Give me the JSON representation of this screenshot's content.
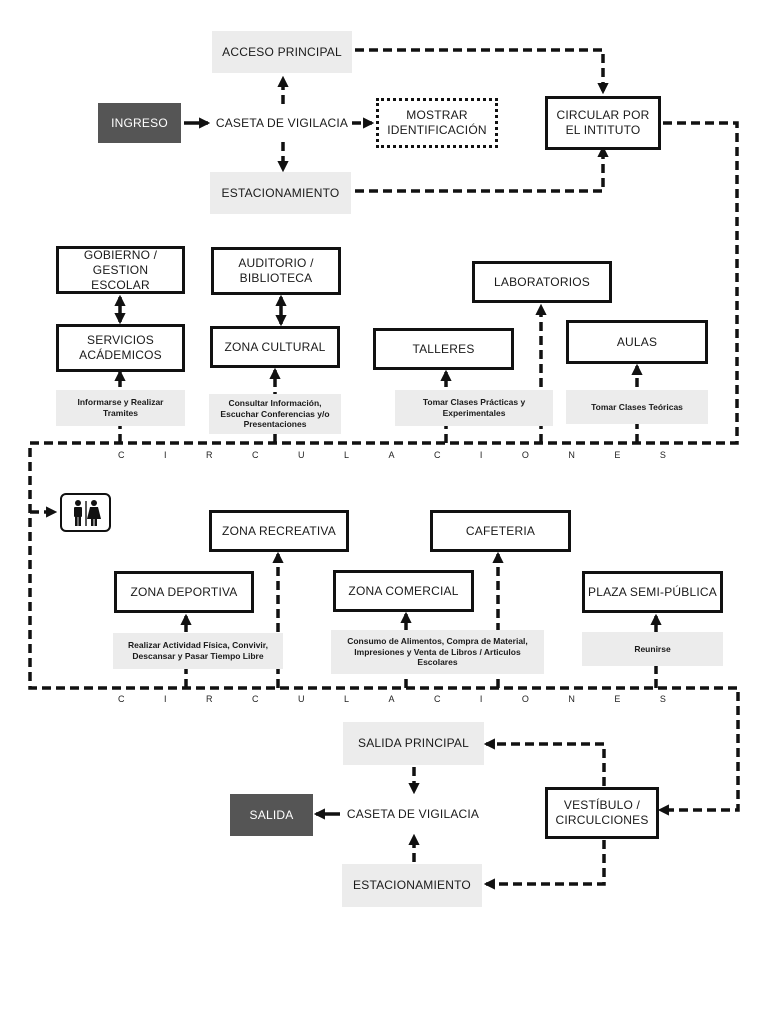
{
  "entrance": {
    "acceso_principal": "ACCESO PRINCIPAL",
    "ingreso": "INGRESO",
    "caseta": "CASETA DE VIGILACIA",
    "mostrar_identificacion": "MOSTRAR IDENTIFICACIÓN",
    "circular": "CIRCULAR POR EL INTITUTO",
    "estacionamiento": "ESTACIONAMIENTO"
  },
  "upper_zones": {
    "gobierno": "GOBIERNO / GESTION ESCOLAR",
    "servicios": "SERVICIOS ACÁDEMICOS",
    "auditorio": "AUDITORIO / BIBLIOTECA",
    "zona_cultural": "ZONA CULTURAL",
    "laboratorios": "LABORATORIOS",
    "talleres": "TALLERES",
    "aulas": "AULAS"
  },
  "upper_activities": {
    "servicios": "Informarse y Realizar Tramites",
    "cultural": "Consultar Información, Escuchar Conferencias y/o Presentaciones",
    "talleres": "Tomar Clases Prácticas y Experimentales",
    "aulas": "Tomar Clases Teóricas"
  },
  "circulaciones": [
    "C",
    "I",
    "R",
    "C",
    "U",
    "L",
    "A",
    "C",
    "I",
    "O",
    "N",
    "E",
    "S"
  ],
  "lower_zones": {
    "recreativa": "ZONA RECREATIVA",
    "cafeteria": "CAFETERIA",
    "deportiva": "ZONA DEPORTIVA",
    "comercial": "ZONA COMERCIAL",
    "plaza": "PLAZA SEMI-PÚBLICA"
  },
  "lower_activities": {
    "deportiva": "Realizar Actividad Física, Convivir, Descansar y Pasar Tiempo Libre",
    "comercial": "Consumo de Alimentos, Compra de Material, Impresiones y Venta de Libros / Articulos Escolares",
    "plaza": "Reunirse"
  },
  "exit": {
    "salida_principal": "SALIDA PRINCIPAL",
    "salida": "SALIDA",
    "caseta": "CASETA DE VIGILACIA",
    "vestibulo": "VESTÍBULO / CIRCULCIONES",
    "estacionamiento": "ESTACIONAMIENTO"
  },
  "icons": {
    "restroom": "restroom-icon"
  }
}
